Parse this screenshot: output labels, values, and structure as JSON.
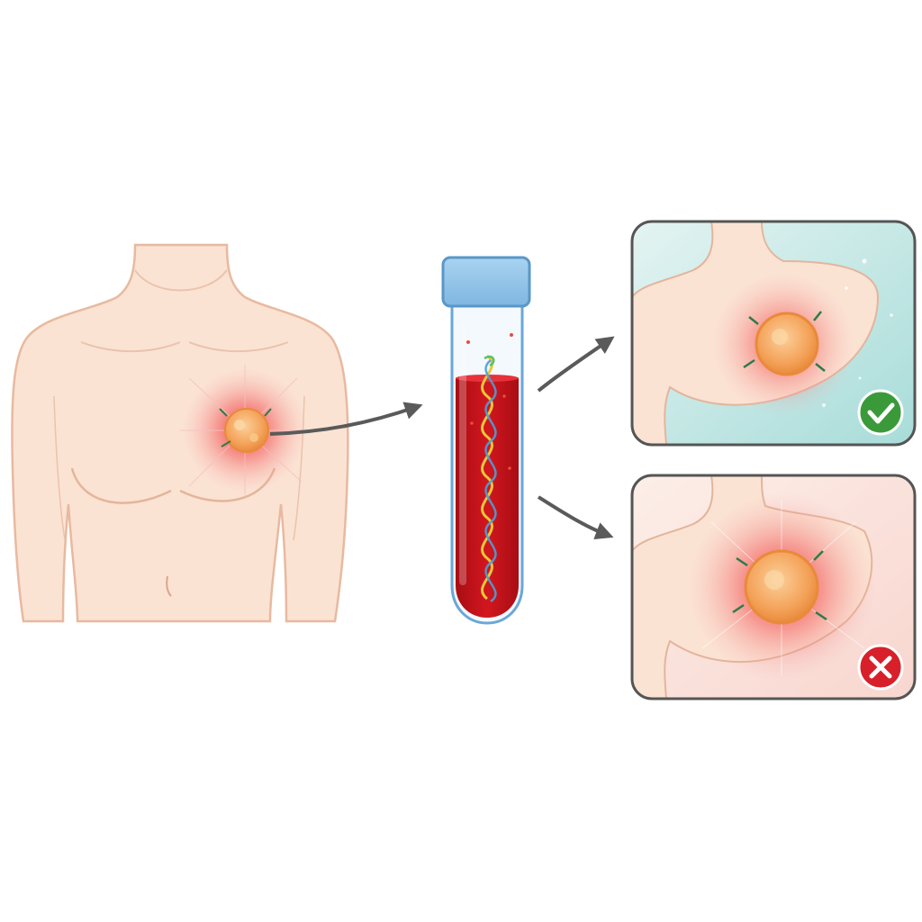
{
  "diagram": {
    "nodes": [
      {
        "id": "torso",
        "icon": "torso-with-tumor-icon"
      },
      {
        "id": "blood-tube",
        "icon": "blood-sample-tube-icon"
      },
      {
        "id": "outcome-positive",
        "icon": "check-icon",
        "status": "positive"
      },
      {
        "id": "outcome-negative",
        "icon": "cross-icon",
        "status": "negative"
      }
    ],
    "edges": [
      {
        "from": "torso",
        "to": "blood-tube"
      },
      {
        "from": "blood-tube",
        "to": "outcome-positive"
      },
      {
        "from": "blood-tube",
        "to": "outcome-negative"
      }
    ]
  },
  "colors": {
    "skin": "#fbe3d3",
    "skin_outline": "#e8b9a0",
    "tumor": "#f5a45a",
    "tumor_glow": "#ef3b3b",
    "blood": "#c8141c",
    "tube_cap": "#8fc4ea",
    "arrow": "#5a5a5a",
    "positive_badge": "#3a9a3a",
    "negative_badge": "#d8202a",
    "panel_bg_positive": "#bfe6e4",
    "panel_border": "#555555"
  }
}
